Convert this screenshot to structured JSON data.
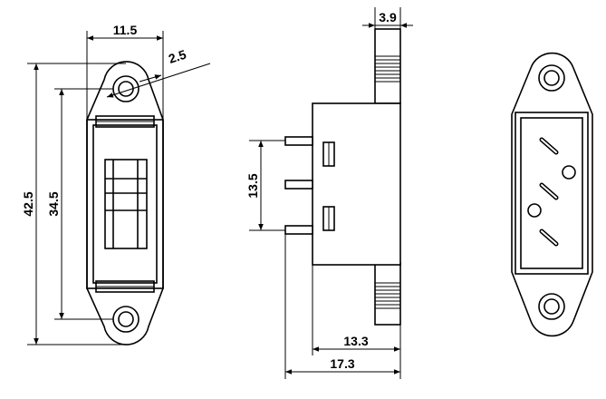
{
  "dimensions": {
    "front_width": "11.5",
    "hole_diameter": "2.5",
    "overall_height": "42.5",
    "hole_spacing": "34.5",
    "pin_spacing": "13.5",
    "flange_thickness": "3.9",
    "body_depth": "13.3",
    "overall_depth": "17.3"
  },
  "colors": {
    "line": "#000000",
    "background": "#ffffff"
  }
}
